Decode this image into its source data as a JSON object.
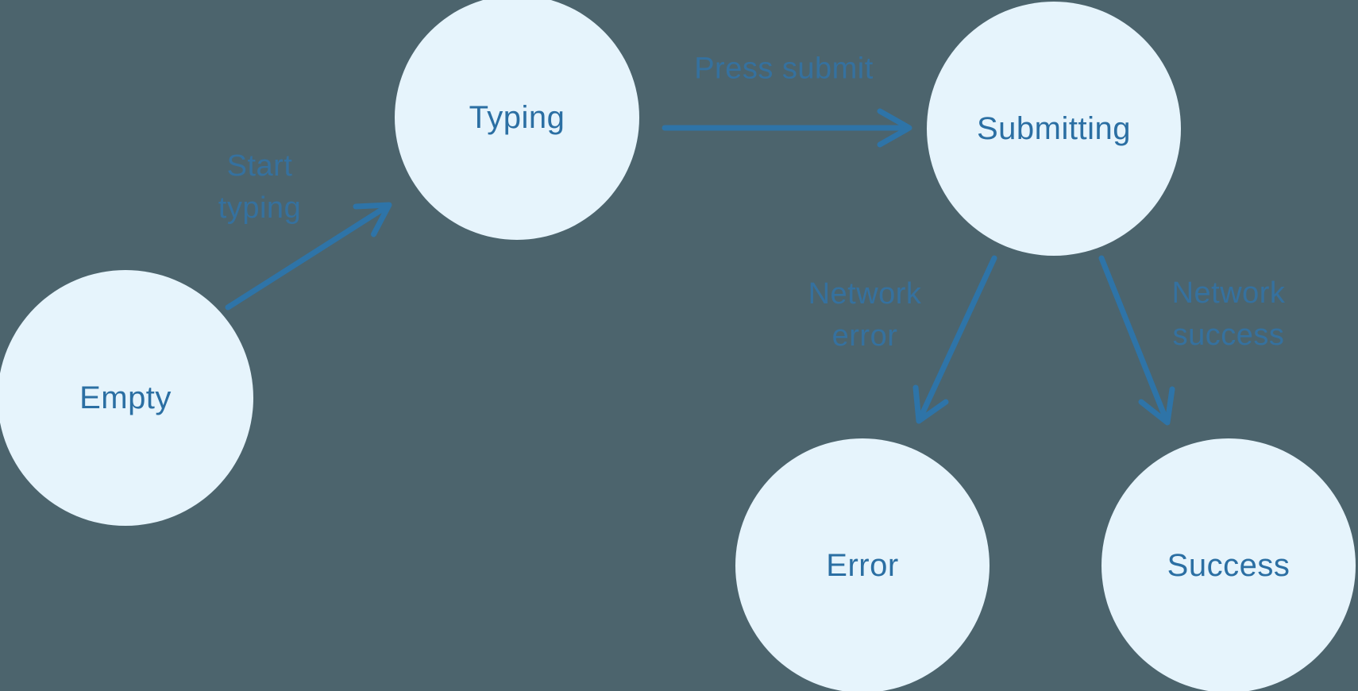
{
  "diagram": {
    "type": "state-machine",
    "background_color": "#4c646d",
    "node_fill_color": "#e6f4fc",
    "node_text_color": "#2b6fa3",
    "arrow_color": "#2e74a8",
    "states": [
      {
        "id": "empty",
        "label": "Empty"
      },
      {
        "id": "typing",
        "label": "Typing"
      },
      {
        "id": "submitting",
        "label": "Submitting"
      },
      {
        "id": "error",
        "label": "Error"
      },
      {
        "id": "success",
        "label": "Success"
      }
    ],
    "transitions": [
      {
        "from": "Empty",
        "to": "Typing",
        "label": "Start typing",
        "label_lines": [
          "Start",
          "typing"
        ]
      },
      {
        "from": "Typing",
        "to": "Submitting",
        "label": "Press submit",
        "label_lines": [
          "Press submit"
        ]
      },
      {
        "from": "Submitting",
        "to": "Error",
        "label": "Network error",
        "label_lines": [
          "Network",
          "error"
        ]
      },
      {
        "from": "Submitting",
        "to": "Success",
        "label": "Network success",
        "label_lines": [
          "Network",
          "success"
        ]
      }
    ]
  }
}
